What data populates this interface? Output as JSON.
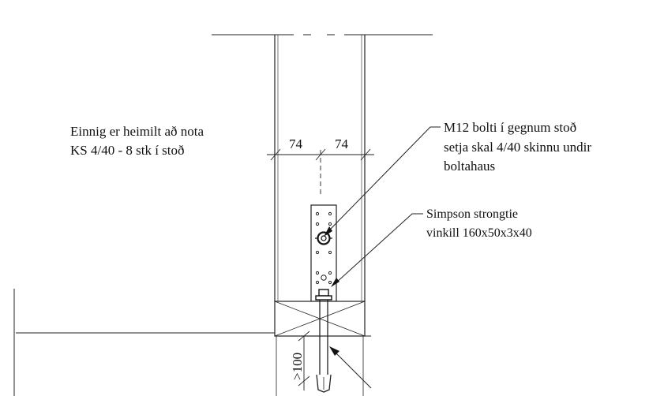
{
  "note_left": {
    "line1": "Einnig er heimilt að nota",
    "line2": "KS 4/40 - 8 stk í stoð"
  },
  "callout_bolt": {
    "line1": "M12 bolti í gegnum stoð",
    "line2": "setja skal 4/40 skinnu undir",
    "line3": "boltahaus"
  },
  "callout_tie": {
    "line1": "Simpson strongtie",
    "line2": "vinkill 160x50x3x40"
  },
  "dimensions": {
    "left_width": "74",
    "right_width": "74",
    "embed_depth": ">100"
  }
}
